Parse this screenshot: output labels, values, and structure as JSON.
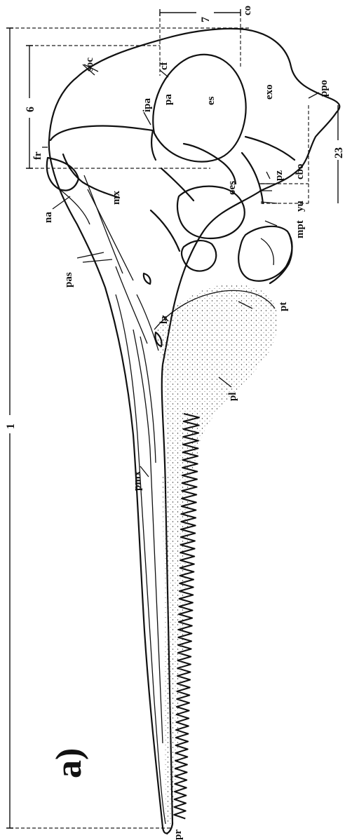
{
  "figure": {
    "panel_label": "a)",
    "labels": {
      "co": "co",
      "seven": "7",
      "soc": "soc",
      "six": "6",
      "cf": "cf",
      "ipa": "ipa",
      "pa": "pa",
      "es": "es",
      "exo": "exo",
      "ppo": "ppo",
      "fr": "fr",
      "cbo": "cbo",
      "twentythree": "23",
      "oes": "oes",
      "pz": "pz",
      "na": "na",
      "mx": "mx",
      "yu": "yu",
      "mpt": "mpt",
      "pas": "pas",
      "la": "la",
      "pt": "pt",
      "pl": "pl",
      "one": "1",
      "pmx": "pmx",
      "pr": "pr"
    }
  }
}
